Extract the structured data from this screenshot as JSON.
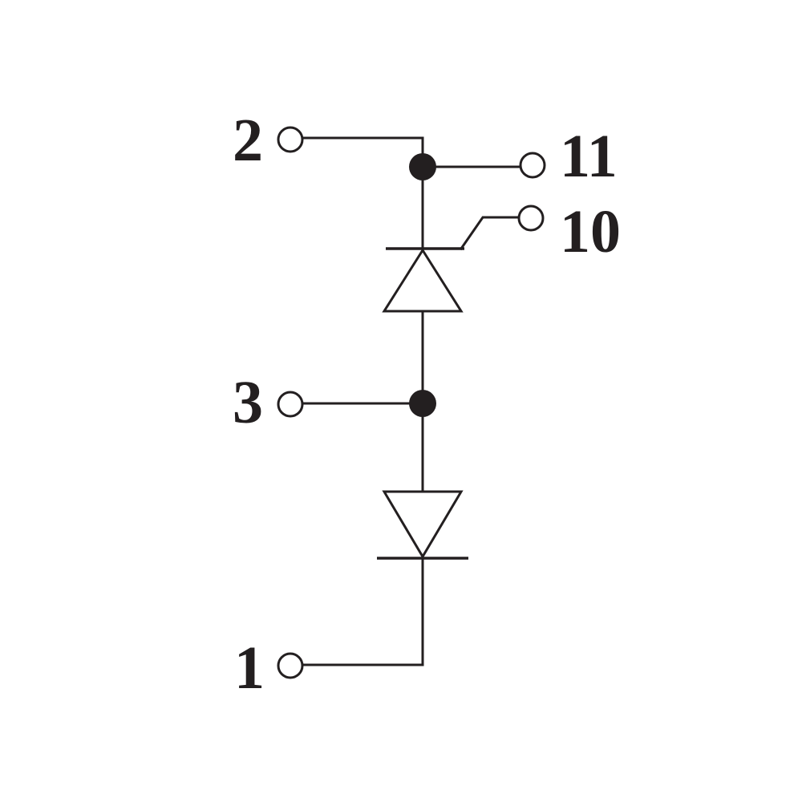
{
  "diagram": {
    "type": "circuit-schematic",
    "description_elements": [
      "thyristor",
      "diode"
    ],
    "line_color": "#231f20",
    "background": "#ffffff",
    "pins": {
      "pin_2": "2",
      "pin_11": "11",
      "pin_10": "10",
      "pin_3": "3",
      "pin_1": "1"
    }
  }
}
